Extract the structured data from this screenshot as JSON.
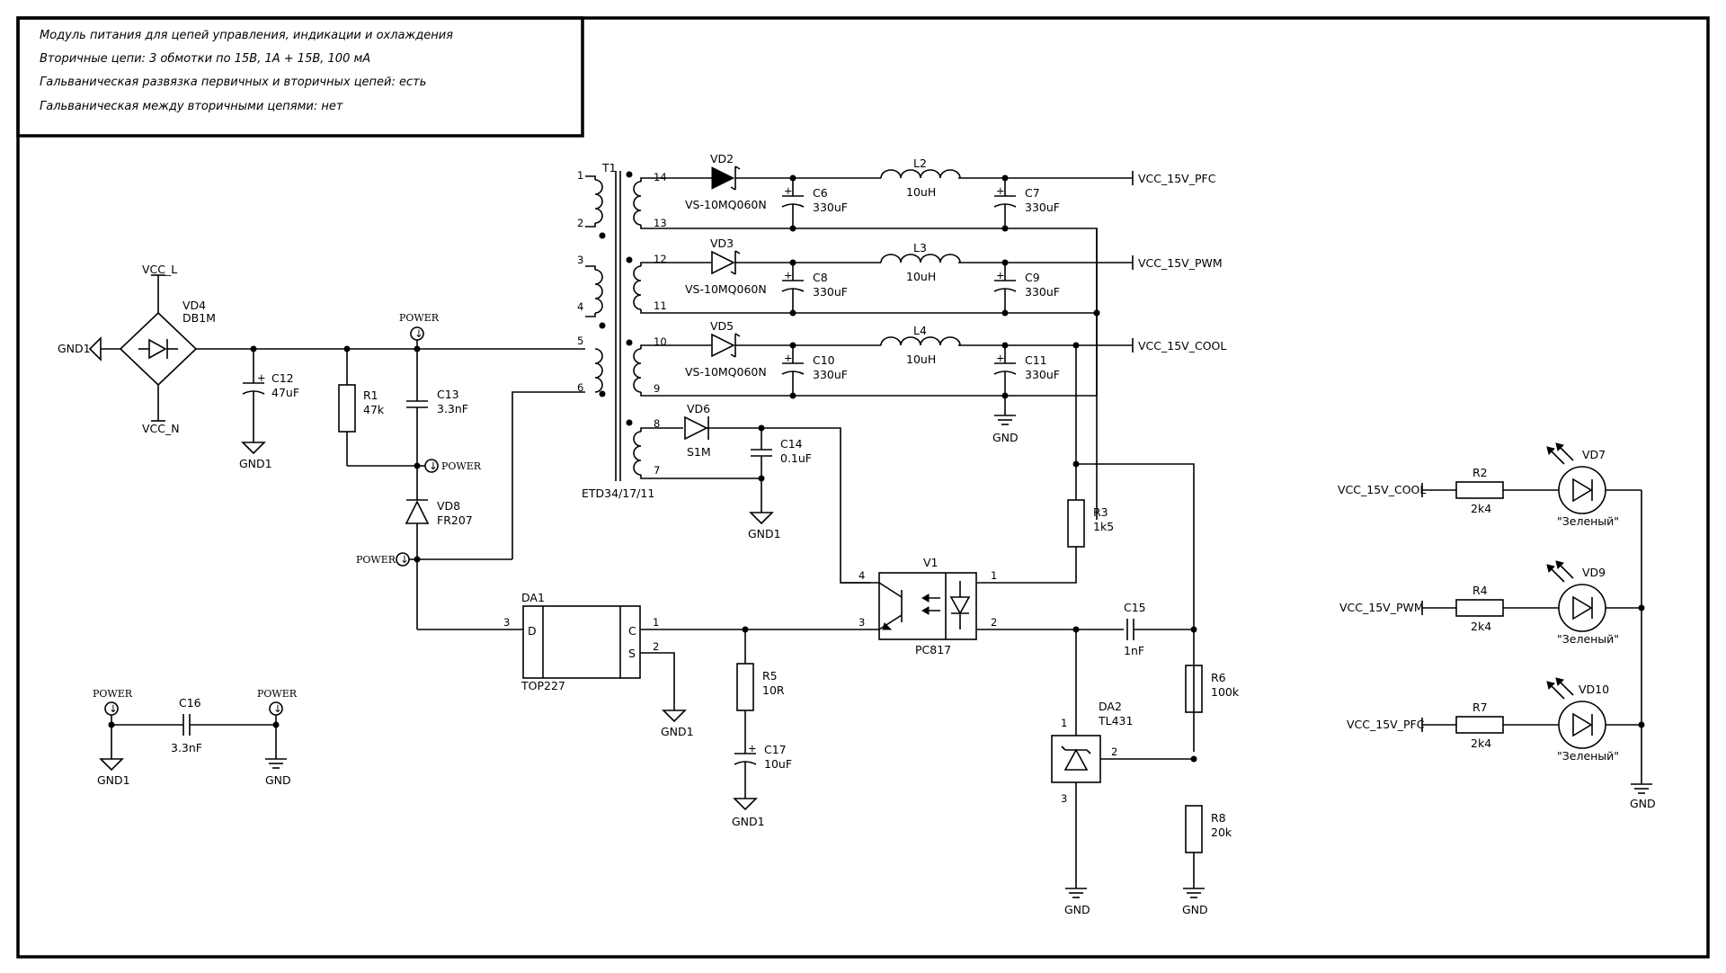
{
  "notes": [
    "Модуль питания для цепей управления, индикации и охлаждения",
    "Вторичные цепи: 3 обмотки по 15В, 1А + 15В, 100 мА",
    "Гальваническая развязка первичных и вторичных цепей: есть",
    "Гальваническая между вторичными цепями: нет"
  ],
  "transformer": {
    "ref": "T1",
    "part": "ETD34/17/11",
    "pins": [
      "1",
      "2",
      "3",
      "4",
      "5",
      "6",
      "14",
      "13",
      "12",
      "11",
      "10",
      "9",
      "8",
      "7"
    ]
  },
  "diodes": {
    "vd2": {
      "ref": "VD2",
      "part": "VS-10MQ060N"
    },
    "vd3": {
      "ref": "VD3",
      "part": "VS-10MQ060N"
    },
    "vd5": {
      "ref": "VD5",
      "part": "VS-10MQ060N"
    },
    "vd6": {
      "ref": "VD6",
      "part": "S1M"
    },
    "vd8": {
      "ref": "VD8",
      "part": "FR207"
    },
    "vd4": {
      "ref": "VD4",
      "part": "DB1M"
    }
  },
  "caps": {
    "c6": {
      "ref": "C6",
      "value": "330uF"
    },
    "c7": {
      "ref": "C7",
      "value": "330uF"
    },
    "c8": {
      "ref": "C8",
      "value": "330uF"
    },
    "c9": {
      "ref": "C9",
      "value": "330uF"
    },
    "c10": {
      "ref": "C10",
      "value": "330uF"
    },
    "c11": {
      "ref": "C11",
      "value": "330uF"
    },
    "c12": {
      "ref": "C12",
      "value": "47uF"
    },
    "c13": {
      "ref": "C13",
      "value": "3.3nF"
    },
    "c14": {
      "ref": "C14",
      "value": "0.1uF"
    },
    "c15": {
      "ref": "C15",
      "value": "1nF"
    },
    "c16": {
      "ref": "C16",
      "value": "3.3nF"
    },
    "c17": {
      "ref": "C17",
      "value": "10uF"
    }
  },
  "inductors": {
    "l2": {
      "ref": "L2",
      "value": "10uH"
    },
    "l3": {
      "ref": "L3",
      "value": "10uH"
    },
    "l4": {
      "ref": "L4",
      "value": "10uH"
    }
  },
  "resistors": {
    "r1": {
      "ref": "R1",
      "value": "47k"
    },
    "r2": {
      "ref": "R2",
      "value": "2k4"
    },
    "r3": {
      "ref": "R3",
      "value": "1k5"
    },
    "r4": {
      "ref": "R4",
      "value": "2k4"
    },
    "r5": {
      "ref": "R5",
      "value": "10R"
    },
    "r6": {
      "ref": "R6",
      "value": "100k"
    },
    "r7": {
      "ref": "R7",
      "value": "2k4"
    },
    "r8": {
      "ref": "R8",
      "value": "20k"
    }
  },
  "ics": {
    "da1": {
      "ref": "DA1",
      "part": "TOP227",
      "pin_d": "D",
      "pin_c": "C",
      "pin_s": "S"
    },
    "da2": {
      "ref": "DA2",
      "part": "TL431"
    },
    "v1": {
      "ref": "V1",
      "part": "PC817"
    }
  },
  "leds": {
    "vd7": {
      "ref": "VD7",
      "color": "\"Зеленый\""
    },
    "vd9": {
      "ref": "VD9",
      "color": "\"Зеленый\""
    },
    "vd10": {
      "ref": "VD10",
      "color": "\"Зеленый\""
    }
  },
  "nets": {
    "vcc_l": "VCC_L",
    "vcc_n": "VCC_N",
    "gnd1": "GND1",
    "gnd": "GND",
    "power": "POWER",
    "pfc": "VCC_15V_PFC",
    "pwm": "VCC_15V_PWM",
    "cool": "VCC_15V_COOL"
  },
  "pin_numbers": {
    "one": "1",
    "two": "2",
    "three": "3",
    "four": "4"
  }
}
